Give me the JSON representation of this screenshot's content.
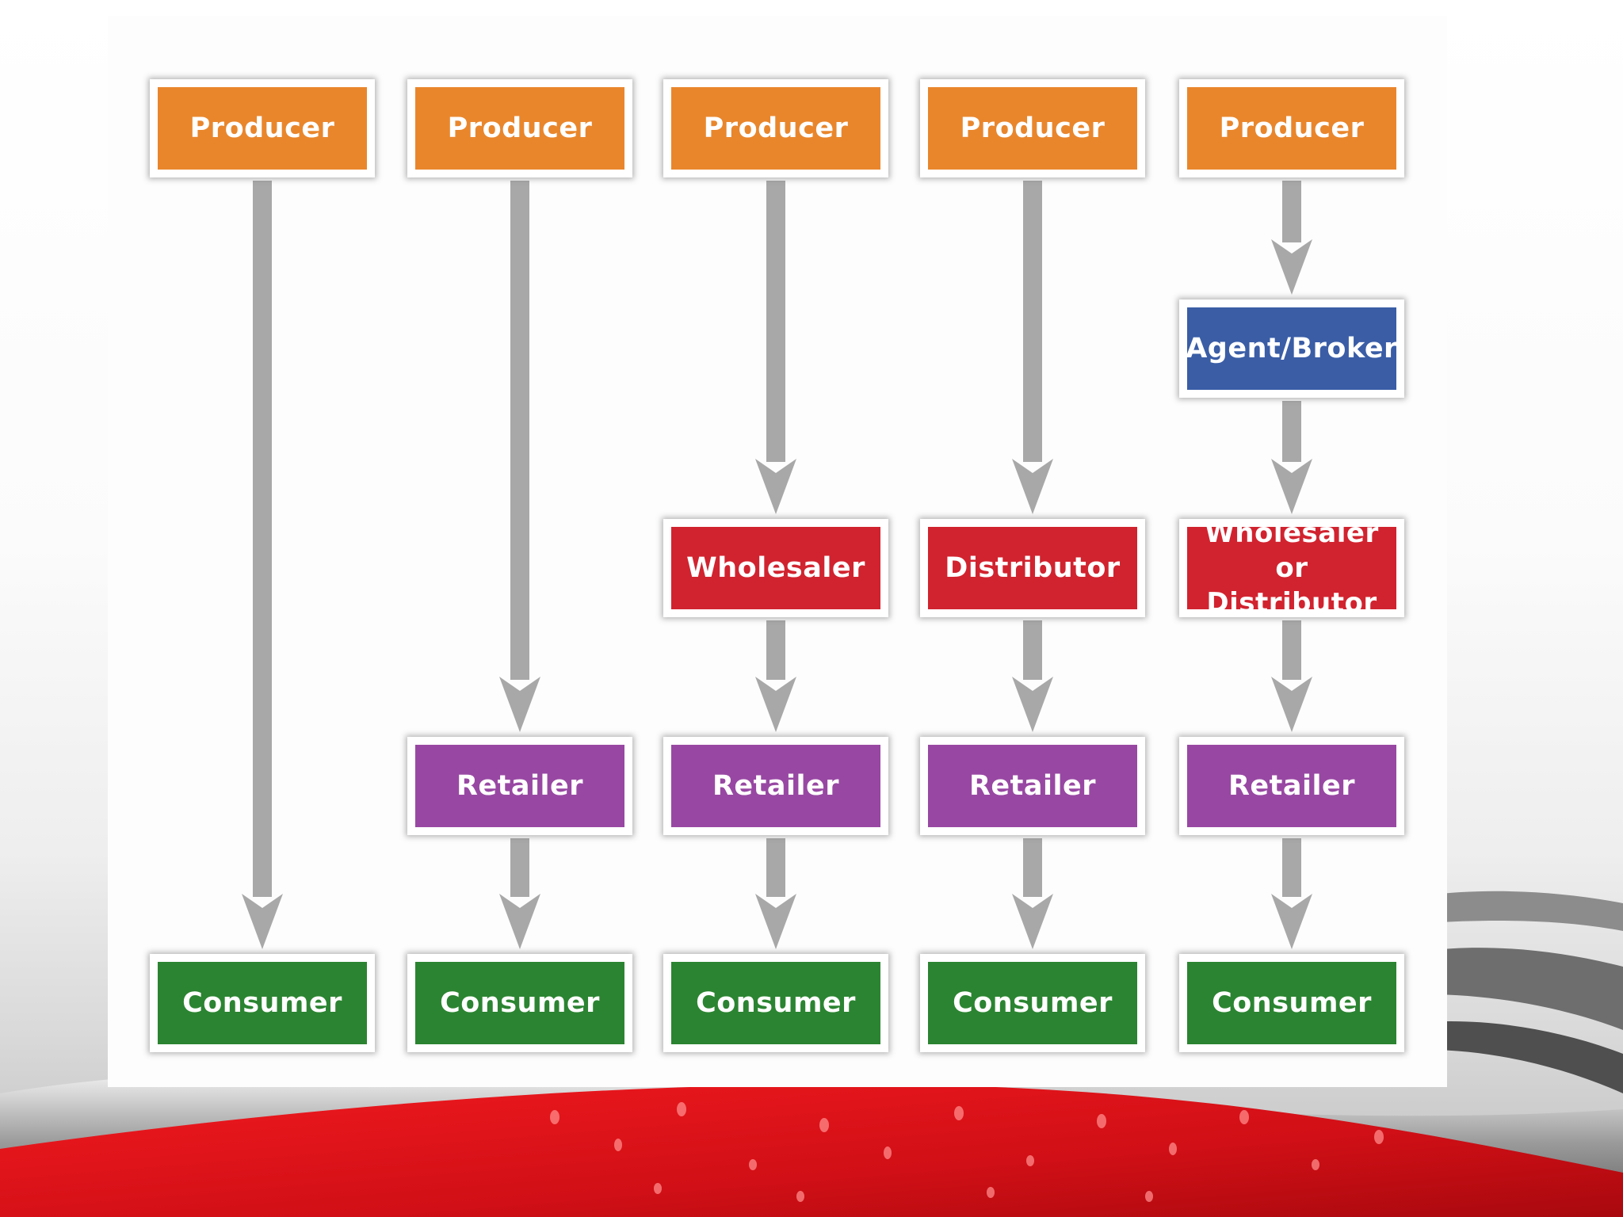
{
  "colors": {
    "producer": "#e9862c",
    "agent_broker": "#3a5da6",
    "intermediary": "#d1232f",
    "retailer": "#9848a3",
    "consumer": "#2b8431",
    "arrow": "#a8a8a8"
  },
  "channels": [
    {
      "nodes": [
        {
          "role": "producer",
          "label": "Producer"
        },
        {
          "role": "consumer",
          "label": "Consumer"
        }
      ]
    },
    {
      "nodes": [
        {
          "role": "producer",
          "label": "Producer"
        },
        {
          "role": "retailer",
          "label": "Retailer"
        },
        {
          "role": "consumer",
          "label": "Consumer"
        }
      ]
    },
    {
      "nodes": [
        {
          "role": "producer",
          "label": "Producer"
        },
        {
          "role": "intermediary",
          "label": "Wholesaler"
        },
        {
          "role": "retailer",
          "label": "Retailer"
        },
        {
          "role": "consumer",
          "label": "Consumer"
        }
      ]
    },
    {
      "nodes": [
        {
          "role": "producer",
          "label": "Producer"
        },
        {
          "role": "intermediary",
          "label": "Distributor"
        },
        {
          "role": "retailer",
          "label": "Retailer"
        },
        {
          "role": "consumer",
          "label": "Consumer"
        }
      ]
    },
    {
      "nodes": [
        {
          "role": "producer",
          "label": "Producer"
        },
        {
          "role": "agent_broker",
          "label": "Agent/Broker"
        },
        {
          "role": "intermediary",
          "label": "Wholesaler or\nDistributor"
        },
        {
          "role": "retailer",
          "label": "Retailer"
        },
        {
          "role": "consumer",
          "label": "Consumer"
        }
      ]
    }
  ]
}
